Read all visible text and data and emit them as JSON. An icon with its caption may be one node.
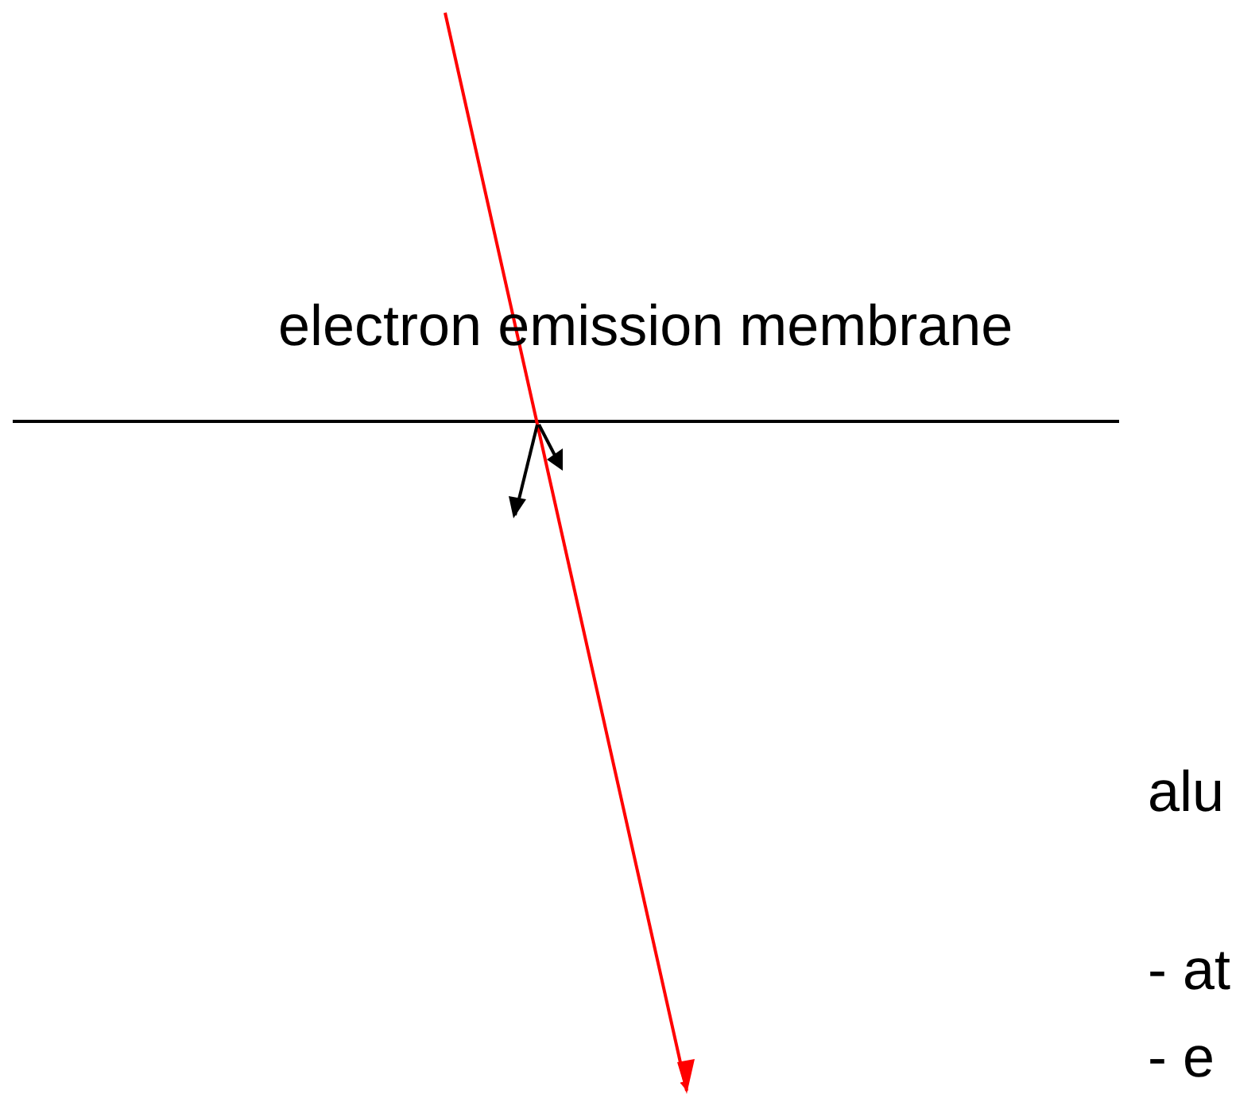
{
  "diagram": {
    "labels": [
      "electron emission membrane",
      "alu",
      "- at",
      "- e"
    ]
  }
}
